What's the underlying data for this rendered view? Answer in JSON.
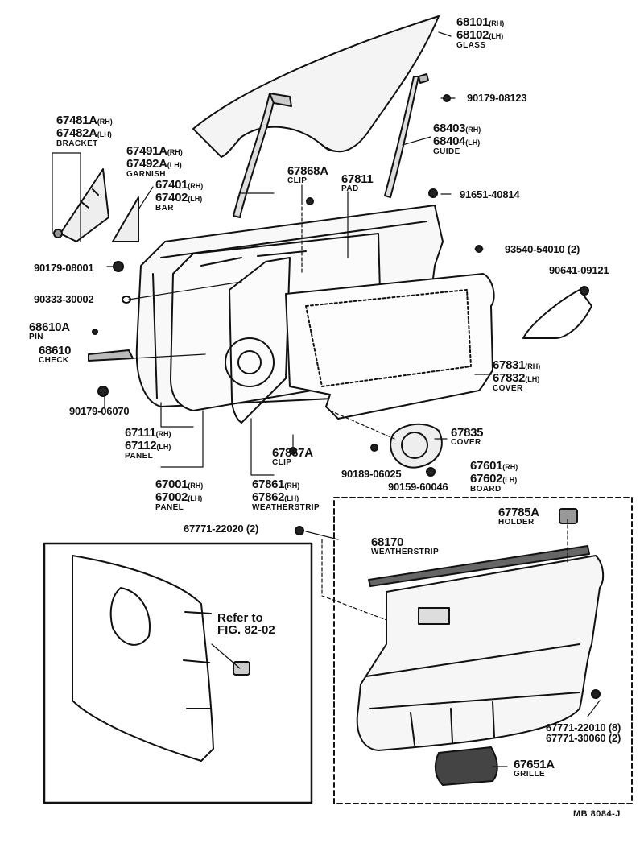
{
  "parts": {
    "glass": {
      "pn1": "68101",
      "s1": "(RH)",
      "pn2": "68102",
      "s2": "(LH)",
      "name": "GLASS"
    },
    "bolt_90179_08123": {
      "pn": "90179-08123"
    },
    "guide": {
      "pn1": "68403",
      "s1": "(RH)",
      "pn2": "68404",
      "s2": "(LH)",
      "name": "GUIDE"
    },
    "bracket": {
      "pn1": "67481A",
      "s1": "(RH)",
      "pn2": "67482A",
      "s2": "(LH)",
      "name": "BRACKET"
    },
    "garnish": {
      "pn1": "67491A",
      "s1": "(RH)",
      "pn2": "67492A",
      "s2": "(LH)",
      "name": "GARNISH"
    },
    "bar": {
      "pn1": "67401",
      "s1": "(RH)",
      "pn2": "67402",
      "s2": "(LH)",
      "name": "BAR"
    },
    "clip_67868a": {
      "pn": "67868A",
      "name": "CLIP"
    },
    "pad": {
      "pn": "67811",
      "name": "PAD"
    },
    "screw_91651_40814": {
      "pn": "91651-40814"
    },
    "screw_93540_54010": {
      "pn": "93540-54010 (2)"
    },
    "nut_90179_08001": {
      "pn": "90179-08001"
    },
    "nut_90641_09121": {
      "pn": "90641-09121"
    },
    "plug_90333_30002": {
      "pn": "90333-30002"
    },
    "pin": {
      "pn": "68610A",
      "name": "PIN"
    },
    "check": {
      "pn": "68610",
      "name": "CHECK"
    },
    "cover_67831": {
      "pn1": "67831",
      "s1": "(RH)",
      "pn2": "67832",
      "s2": "(LH)",
      "name": "COVER"
    },
    "nut_90179_06070": {
      "pn": "90179-06070"
    },
    "panel_67111": {
      "pn1": "67111",
      "s1": "(RH)",
      "pn2": "67112",
      "s2": "(LH)",
      "name": "PANEL"
    },
    "clip_67867a": {
      "pn": "67867A",
      "name": "CLIP"
    },
    "cover_67835": {
      "pn": "67835",
      "name": "COVER"
    },
    "screw_90189_06025": {
      "pn": "90189-06025"
    },
    "nut_90159_60046": {
      "pn": "90159-60046"
    },
    "board": {
      "pn1": "67601",
      "s1": "(RH)",
      "pn2": "67602",
      "s2": "(LH)",
      "name": "BOARD"
    },
    "panel_67001": {
      "pn1": "67001",
      "s1": "(RH)",
      "pn2": "67002",
      "s2": "(LH)",
      "name": "PANEL"
    },
    "weatherstrip_67861": {
      "pn1": "67861",
      "s1": "(RH)",
      "pn2": "67862",
      "s2": "(LH)",
      "name": "WEATHERSTRIP"
    },
    "clip_67771_22020": {
      "pn": "67771-22020 (2)"
    },
    "holder": {
      "pn": "67785A",
      "name": "HOLDER"
    },
    "weatherstrip_68170": {
      "pn": "68170",
      "name": "WEATHERSTRIP"
    },
    "clips_board": {
      "pn1": "67771-22010 (8)",
      "pn2": "67771-30060 (2)"
    },
    "grille": {
      "pn": "67651A",
      "name": "GRILLE"
    }
  },
  "inset": {
    "refer_line1": "Refer to",
    "refer_line2": "FIG. 82-02"
  },
  "figure_code": "MB   8084-J"
}
